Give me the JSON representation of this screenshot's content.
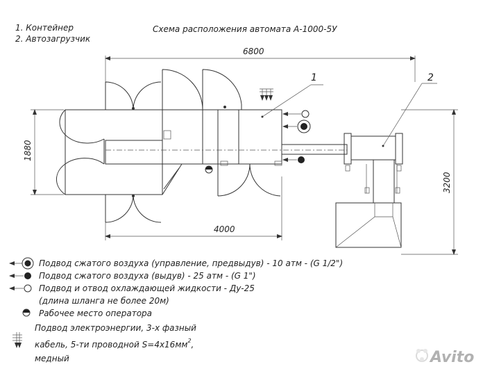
{
  "header": {
    "item1": "1. Контейнер",
    "item2": "2. Автозагрузчик",
    "title": "Схема расположения автомата А-1000-5У"
  },
  "dimensions": {
    "top": "6800",
    "left": "1880",
    "right": "3200",
    "bottom": "4000"
  },
  "callouts": {
    "c1": "1",
    "c2": "2"
  },
  "legend": {
    "l1": "Подвод сжатого воздуха (управление, предвыдув) - 10 атм - (G 1/2\")",
    "l2": "Подвод сжатого воздуха (выдув) - 25 атм - (G 1\")",
    "l3": "Подвод и отвод охлаждающей жидкости - Ду-25",
    "l3b": "(длина шланга не более 20м)",
    "l4": "Рабочее место оператора",
    "l5a": "Подвод электроэнергии, 3-х фазный",
    "l5b": "кабель, 5-ти проводной S=4x16мм",
    "l5sup": "2",
    "l5c": ",",
    "l5d": "медный"
  },
  "watermark": {
    "text": "Avito"
  }
}
